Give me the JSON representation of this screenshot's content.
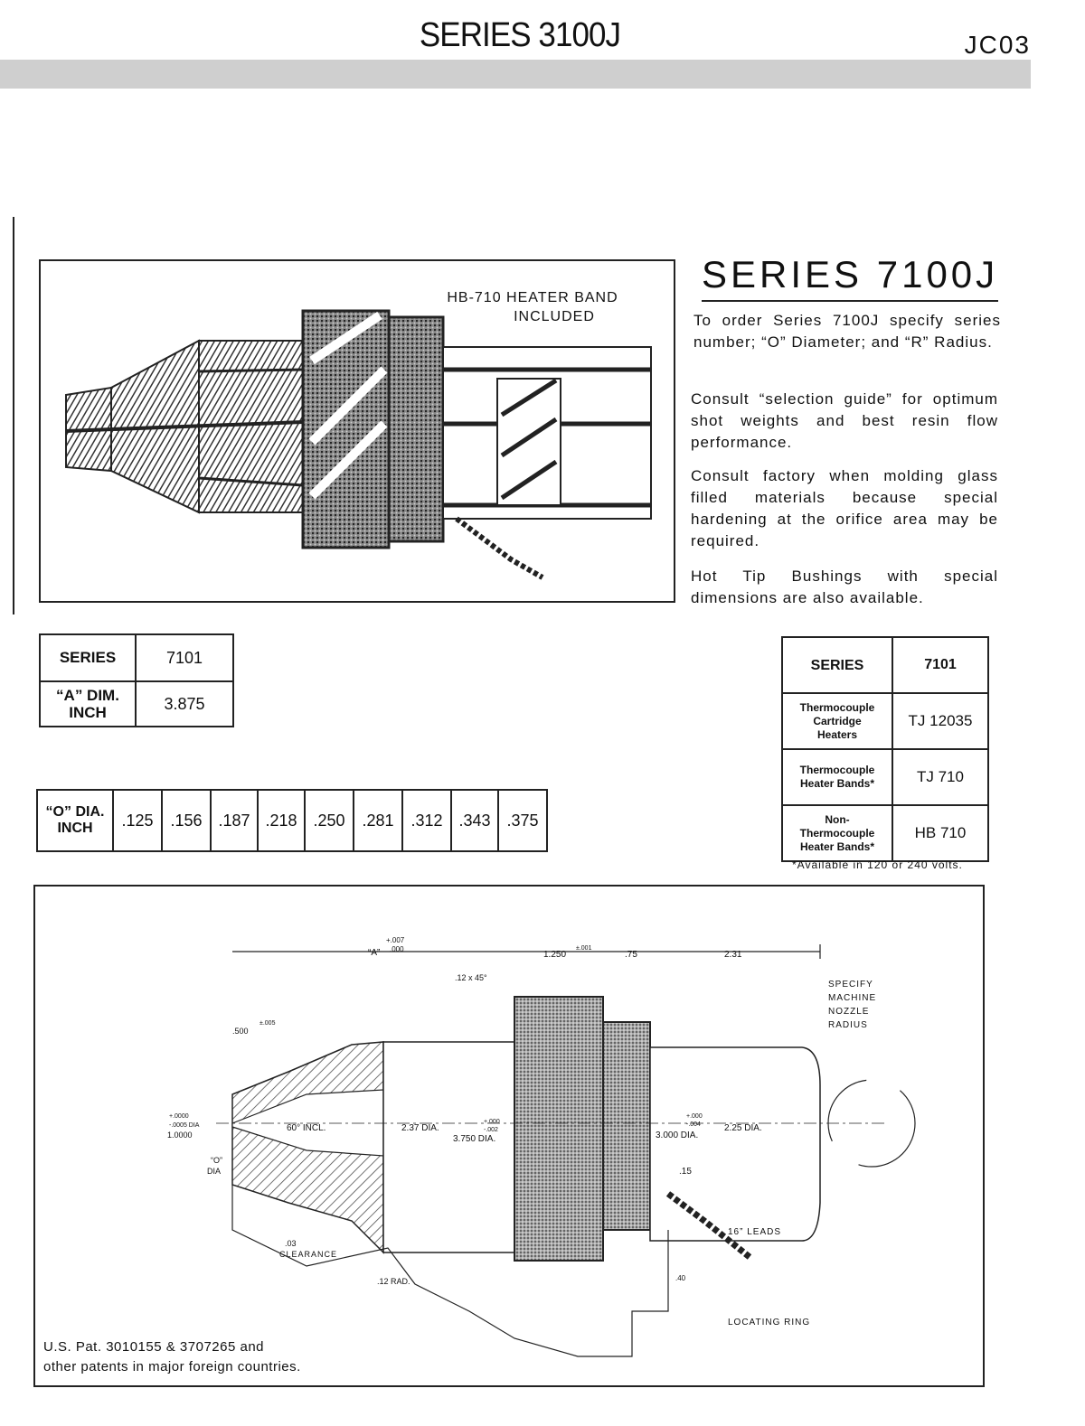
{
  "header": {
    "title": "SERIES 3100J",
    "code": "JC03"
  },
  "top_figure": {
    "callout": [
      "HB-710 HEATER BAND",
      "INCLUDED"
    ]
  },
  "series": {
    "title": "SERIES 7100J",
    "paragraphs": [
      "To order Series 7100J specify series number; “O” Diameter; and “R” Radius.",
      "Consult “selection guide” for optimum shot weights and best resin flow performance.",
      "Consult factory when molding glass filled materials because special hardening at the orifice area may be required.",
      "Hot Tip Bushings with special dimensions are also available."
    ]
  },
  "a_dim_table": {
    "series_label": "SERIES",
    "series_value": "7101",
    "dim_label_1": "“A” DIM.",
    "dim_label_2": "INCH",
    "dim_value": "3.875"
  },
  "o_dia_table": {
    "label_1": "“O” DIA.",
    "label_2": "INCH",
    "values": [
      ".125",
      ".156",
      ".187",
      ".218",
      ".250",
      ".281",
      ".312",
      ".343",
      ".375"
    ]
  },
  "heater_table": {
    "series_label": "SERIES",
    "series_value": "7101",
    "rows": [
      {
        "label": [
          "Thermocouple",
          "Cartridge",
          "Heaters"
        ],
        "value": "TJ 12035"
      },
      {
        "label": [
          "Thermocouple",
          "Heater Bands*"
        ],
        "value": "TJ 710"
      },
      {
        "label": [
          "Non-",
          "Thermocouple",
          "Heater Bands*"
        ],
        "value": "HB 710"
      }
    ],
    "footnote": "*Available in 120 or 240 volts."
  },
  "drawing": {
    "dim_a": "“A”",
    "dim_a_tol_plus": "+.007",
    "dim_a_tol_minus": ".000",
    "dim_1250": "1.250",
    "dim_1250_tol": "±.001",
    "dim_75": ".75",
    "dim_231": "2.31",
    "chamfer": ".12 x 45°",
    "dim_500": ".500",
    "dim_500_tol": "±.005",
    "specify": [
      "SPECIFY",
      "MACHINE",
      "NOZZLE",
      "RADIUS"
    ],
    "left_tol_1": "+.0000",
    "left_tol_2": "-.0005 DIA",
    "left_tol_3": "1.0000",
    "o_dia_1": "“O”",
    "o_dia_2": "DIA",
    "angle": "60° INCL.",
    "dia_237": "2.37 DIA.",
    "dia_3750_tol_1": "+.000",
    "dia_3750_tol_2": "-.002",
    "dia_3750": "3.750 DIA.",
    "dia_3000_tol_1": "+.000",
    "dia_3000_tol_2": "-.004",
    "dia_3000": "3.000 DIA.",
    "dia_225": "2.25 DIA.",
    "dim_15": ".15",
    "leads": "16” LEADS",
    "clearance_1": ".03",
    "clearance_2": "CLEARANCE",
    "rad_12": ".12 RAD.",
    "dim_40": ".40",
    "locating_ring": "LOCATING RING"
  },
  "patent": [
    "U.S. Pat. 3010155 & 3707265 and",
    "other patents in major foreign countries."
  ]
}
